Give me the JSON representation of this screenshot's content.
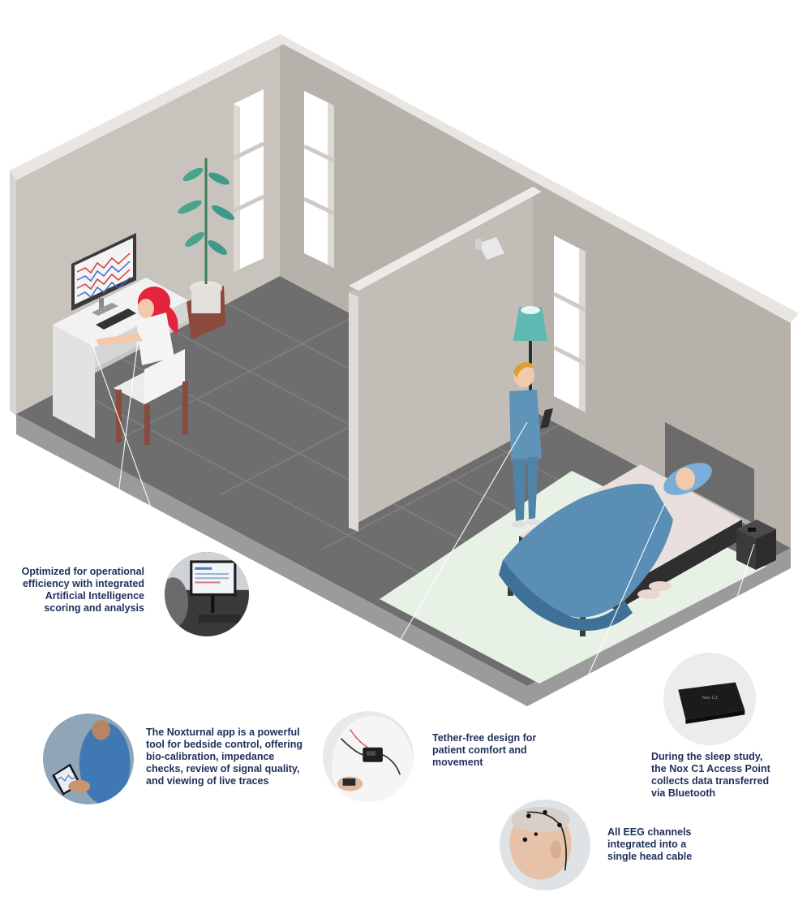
{
  "callouts": {
    "ai_scoring": "Optimized for operational\nefficiency with integrated\nArtificial Intelligence\nscoring and analysis",
    "noxturnal_app": "The Noxturnal app is a powerful\ntool for bedside control, offering\nbio-calibration, impedance\nchecks, review of signal quality,\nand viewing of live traces",
    "tether_free": "Tether-free design for\npatient comfort and\nmovement",
    "nox_c1": "During the sleep study,\nthe Nox C1 Access Point\ncollects data transferred\nvia Bluetooth",
    "eeg": "All EEG channels\nintegrated into a\nsingle head cable"
  },
  "device": {
    "screen_label": "Nox C1"
  },
  "colors": {
    "text": "#1f2f5c",
    "wall": "#c8c3bc",
    "floor": "#6e6e6e",
    "bedding": "#5a8eb5",
    "scrubs": "#5f93b8",
    "lamp": "#5fb8b2",
    "hair_red": "#e3243b"
  }
}
